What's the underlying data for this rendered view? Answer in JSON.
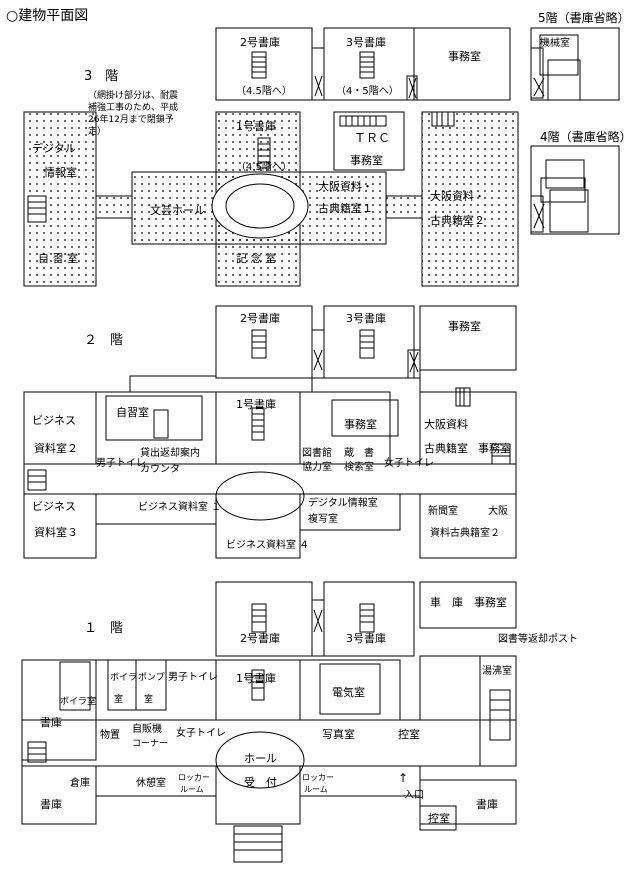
{
  "title": "○建物平面図",
  "annex": {
    "f5": "5階（書庫省略）",
    "f5_room": "機械室",
    "f4": "4階（書庫省略）"
  },
  "floor3": {
    "label": "3　階",
    "note": [
      "（網掛け部分は、耐震",
      "補強工事のため、平成",
      "26年12月まで閉鎖予",
      "定）"
    ],
    "stack2": "2号書庫",
    "stack2_note": "（4.5階へ）",
    "stack3": "3号書庫",
    "stack3_note": "（4・5階へ）",
    "office": "事務室",
    "trc": "ＴＲＣ",
    "trc_office": "事務室",
    "stack1": "1号書庫",
    "stack1_note": "（4.5階へ）",
    "digital": [
      "デジタル",
      "情報室"
    ],
    "study": "自 習 室",
    "bungei_hall": "文芸ホール",
    "osaka1": [
      "大阪資料・",
      "古典籍室１"
    ],
    "osaka2": [
      "大阪資料・",
      "古典籍室２"
    ],
    "memorial": "記 念 室"
  },
  "floor2": {
    "label": "２　階",
    "stack2": "2号書庫",
    "stack3": "3号書庫",
    "office_top": "事務室",
    "study": "自習室",
    "stack1": "1号書庫",
    "office_mid": "事務室",
    "biz2": [
      "ビジネス",
      "資料室２"
    ],
    "osaka": [
      "大阪資料",
      "古典籍室"
    ],
    "office_right": "事務室",
    "mens_wc": "男子トイレ",
    "lending_counter": [
      "貸出返却案内",
      "カウンタ"
    ],
    "ill_counter": [
      "図書館",
      "協力室"
    ],
    "closed_stacks": [
      "蔵　書",
      "検索室"
    ],
    "womens_wc": "女子トイレ",
    "biz1": "ビジネス資料室 １",
    "digital_copy": [
      "デジタル情報室",
      "複写室"
    ],
    "newspaper": "新聞室",
    "osaka_label": "大阪",
    "osaka_classics2": "資料古典籍室２",
    "biz3": [
      "ビジネス",
      "資料室３"
    ],
    "biz4": "ビジネス資料室 ４"
  },
  "floor1": {
    "label": "１　階",
    "garage": "車　庫",
    "office": "事務室",
    "stack2": "2号書庫",
    "stack3": "3号書庫",
    "return_post": "図書等返却ポスト",
    "boiler_left": "ボイラ室",
    "boiler": [
      "ボイラ",
      "室"
    ],
    "pump": [
      "ポンプ",
      "室"
    ],
    "mens_wc": "男子トイレ",
    "stack1": "1号書庫",
    "electrical": "電気室",
    "boiler_room": "湯沸室",
    "storage_left": "書庫",
    "storage_items": "物置",
    "vending": [
      "自販機",
      "コーナー"
    ],
    "womens_wc": "女子トイレ",
    "photo": "写真室",
    "waiting": "控室",
    "hall": "ホール",
    "warehouse": "倉庫",
    "lounge": "休憩室",
    "locker_left": [
      "ロッカー",
      "ルーム"
    ],
    "reception": "受　付",
    "locker_right": [
      "ロッカー",
      "ルーム"
    ],
    "entrance": "入口",
    "entrance_arrow": "↑",
    "storage_bottom_left": "書庫",
    "waiting_bottom": "控室",
    "storage_bottom_right": "書庫"
  }
}
